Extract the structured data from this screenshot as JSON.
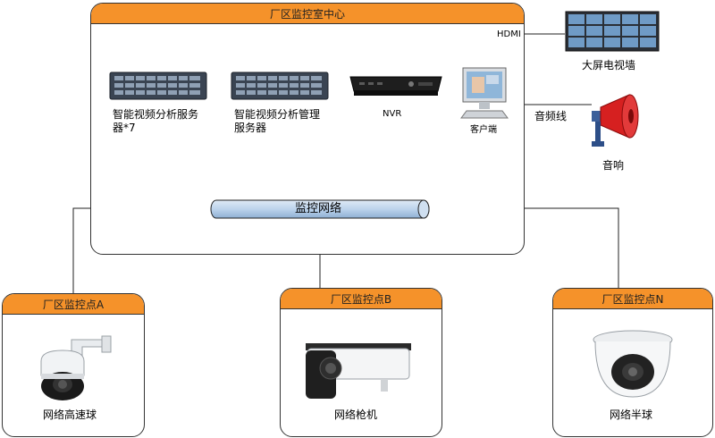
{
  "center": {
    "title": "厂区监控室中心"
  },
  "network": {
    "label": "监控网络"
  },
  "devices": {
    "server_analysis": "智能视频分析服务器*7",
    "server_management": "智能视频分析管理服务器",
    "nvr": "NVR",
    "client": "客户端",
    "hdmi": "HDMI",
    "video_wall": "大屏电视墙",
    "audio_line": "音频线",
    "speaker": "音响"
  },
  "sites": [
    {
      "title": "厂区监控点A",
      "camera": "网络高速球"
    },
    {
      "title": "厂区监控点B",
      "camera": "网络枪机"
    },
    {
      "title": "厂区监控点N",
      "camera": "网络半球"
    }
  ],
  "colors": {
    "header": "#f5922a",
    "pipe": "#bcd3ec"
  }
}
